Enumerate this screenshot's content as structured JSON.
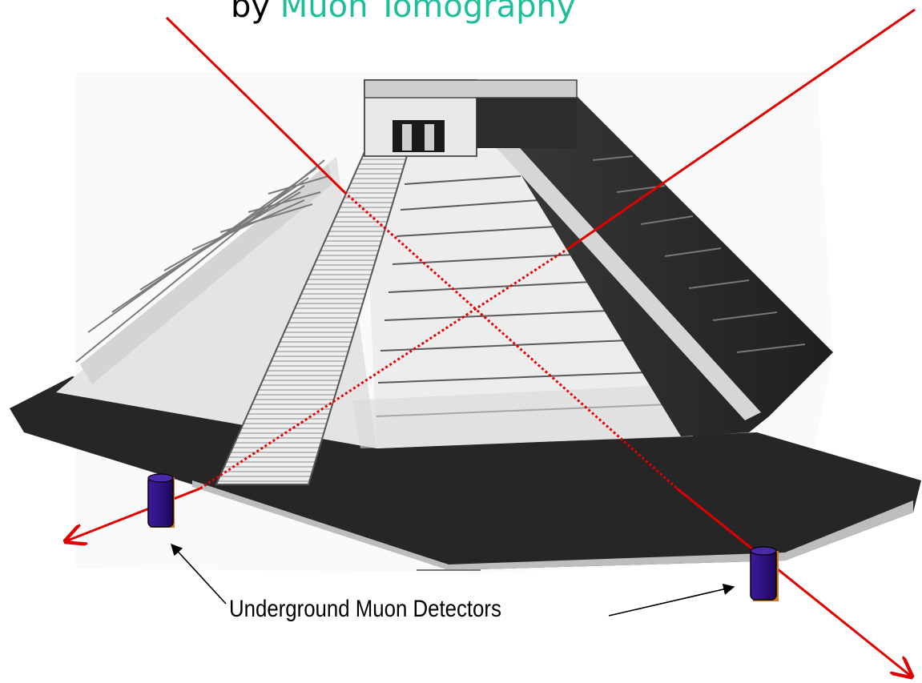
{
  "title": {
    "prefix": "by ",
    "highlight": "Muon Tomography"
  },
  "caption": "Underground Muon Detectors",
  "colors": {
    "muon_track": "#e00000",
    "detector_body": "#2b0f7a",
    "detector_edge": "#000000",
    "detector_shadow": "#d2762b",
    "title_accent": "#1dbf9a",
    "pyramid_light": "#e9e9e9",
    "pyramid_dark": "#2c2c2c"
  },
  "scene": {
    "illustration": "step-pyramid-icon",
    "tracks": [
      "muon-track-1",
      "muon-track-2"
    ],
    "detectors": [
      "muon-detector-left",
      "muon-detector-right"
    ]
  }
}
